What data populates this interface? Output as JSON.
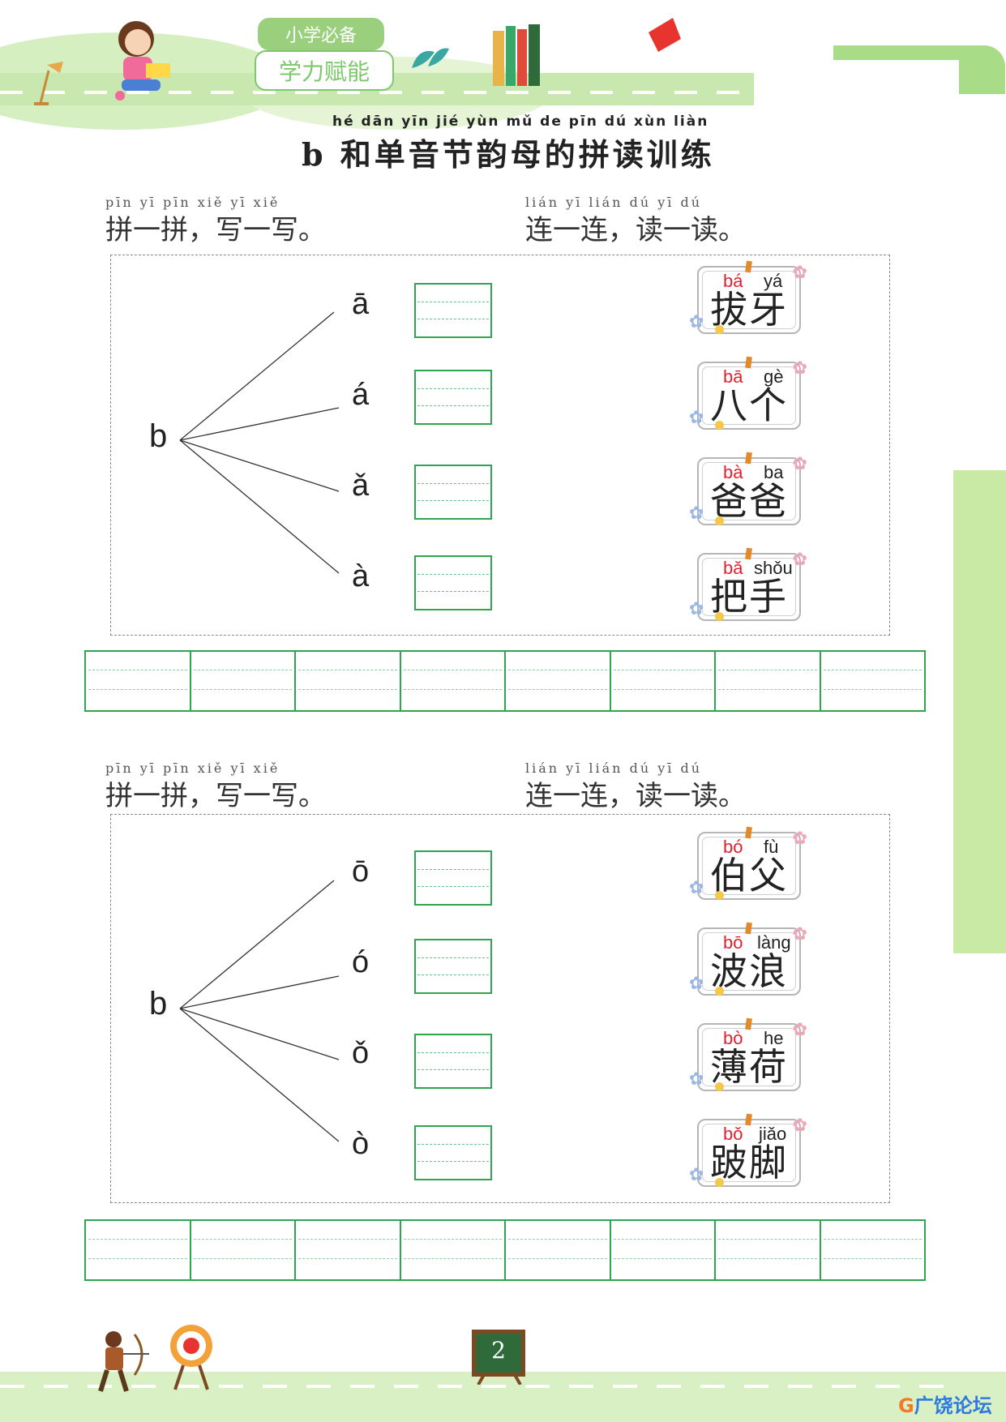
{
  "header": {
    "badge_top": "小学必备",
    "badge_bottom": "学力赋能"
  },
  "title_pinyin": "hé dān yīn jié yùn mǔ de pīn dú xùn liàn",
  "title": "b 和单音节韵母的拼读训练",
  "sections": [
    {
      "left_instruction_pinyin": "pīn yī pīn    xiě yī xiě",
      "left_instruction": "拼一拼，写一写。",
      "right_instruction_pinyin": "lián yī lián    dú yī dú",
      "right_instruction": "连一连，读一读。",
      "initial": "b",
      "vowels": [
        "ā",
        "á",
        "ǎ",
        "à"
      ],
      "words": [
        {
          "py1": "bá",
          "py2": "yá",
          "hanzi": "拔牙"
        },
        {
          "py1": "bā",
          "py2": "gè",
          "hanzi": "八个"
        },
        {
          "py1": "bà",
          "py2": "ba",
          "hanzi": "爸爸"
        },
        {
          "py1": "bǎ",
          "py2": "shǒu",
          "hanzi": "把手"
        }
      ]
    },
    {
      "left_instruction_pinyin": "pīn yī pīn    xiě yī xiě",
      "left_instruction": "拼一拼，写一写。",
      "right_instruction_pinyin": "lián yī lián    dú yī dú",
      "right_instruction": "连一连，读一读。",
      "initial": "b",
      "vowels": [
        "ō",
        "ó",
        "ǒ",
        "ò"
      ],
      "words": [
        {
          "py1": "bó",
          "py2": "fù",
          "hanzi": "伯父"
        },
        {
          "py1": "bō",
          "py2": "làng",
          "hanzi": "波浪"
        },
        {
          "py1": "bò",
          "py2": "he",
          "hanzi": "薄荷"
        },
        {
          "py1": "bǒ",
          "py2": "jiǎo",
          "hanzi": "跛脚"
        }
      ]
    }
  ],
  "page_number": "2",
  "watermark": {
    "g": "G",
    "text": "广饶论坛"
  },
  "colors": {
    "accent_green": "#2fa552",
    "pinyin_red": "#e3202f",
    "band_green": "#c8e8b0"
  }
}
